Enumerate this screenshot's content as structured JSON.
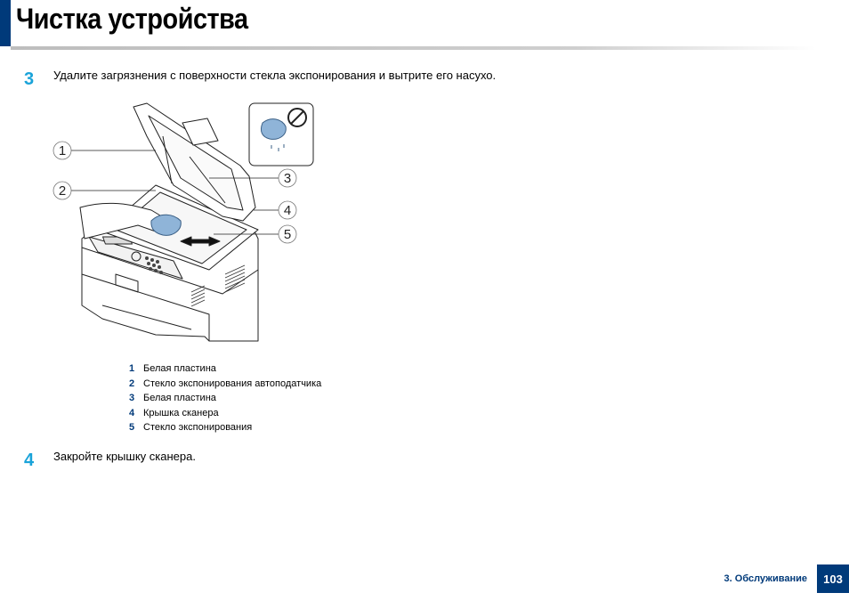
{
  "header": {
    "title": "Чистка устройства"
  },
  "steps": [
    {
      "number": "3",
      "text": "Удалите загрязнения с поверхности стекла экспонирования и вытрите его насухо."
    },
    {
      "number": "4",
      "text": "Закройте крышку сканера."
    }
  ],
  "figure": {
    "callouts": [
      "1",
      "2",
      "3",
      "4",
      "5"
    ]
  },
  "legend": [
    {
      "num": "1",
      "label": "Белая пластина"
    },
    {
      "num": "2",
      "label": "Стекло экспонирования автоподатчика"
    },
    {
      "num": "3",
      "label": "Белая пластина"
    },
    {
      "num": "4",
      "label": "Крышка сканера"
    },
    {
      "num": "5",
      "label": "Стекло экспонирования"
    }
  ],
  "footer": {
    "section": "3.  Обслуживание",
    "page": "103"
  },
  "colors": {
    "brand_blue": "#003a7a",
    "step_blue": "#1aa3d9"
  }
}
